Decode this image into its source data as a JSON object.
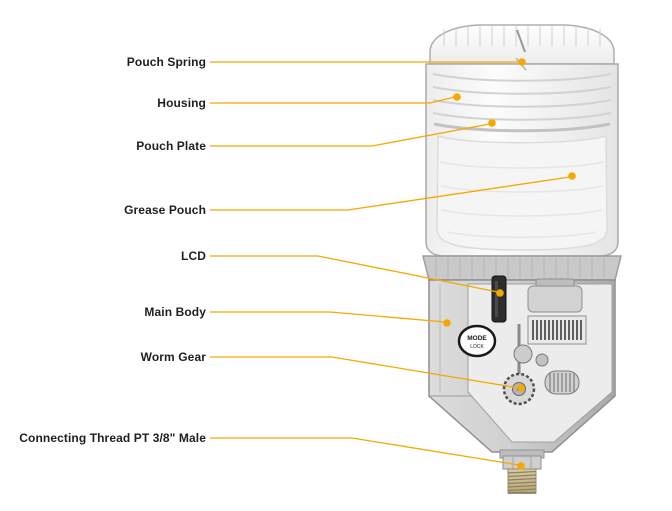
{
  "accent_color": "#F5A800",
  "labels": {
    "pouch_spring": "Pouch Spring",
    "housing": "Housing",
    "pouch_plate": "Pouch Plate",
    "grease_pouch": "Grease Pouch",
    "lcd": "LCD",
    "main_body": "Main Body",
    "worm_gear": "Worm Gear",
    "connecting_thread": "Connecting Thread PT 3/8\" Male"
  },
  "device": {
    "mode_button": {
      "line1": "MODE",
      "line2": "LOCK"
    }
  }
}
